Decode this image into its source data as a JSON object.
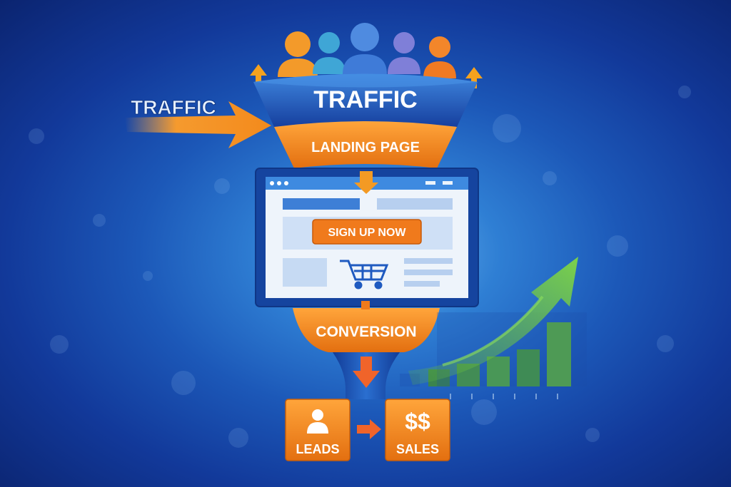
{
  "funnel": {
    "top_label": "TRAFFIC",
    "middle_label": "LANDING PAGE",
    "bottom_label": "CONVERSION"
  },
  "side_arrow": {
    "label": "TRAFFIC"
  },
  "browser": {
    "cta_label": "SIGN UP NOW"
  },
  "outcomes": {
    "leads_label": "LEADS",
    "sales_label": "SALES",
    "sales_symbol": "$$"
  },
  "colors": {
    "funnel_blue": "#1f56b8",
    "accent_orange": "#f38a1c",
    "growth_green": "#5fb43a",
    "background_blue": "#1c58b8"
  },
  "icons": [
    "people-group-icon",
    "shopping-cart-icon",
    "person-icon",
    "growth-arrow-icon",
    "bar-chart-icon"
  ]
}
